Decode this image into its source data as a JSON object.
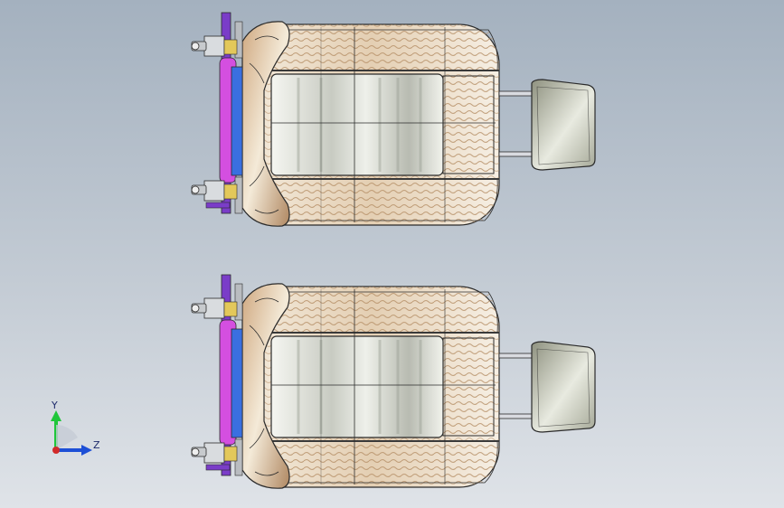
{
  "viewport": {
    "background_top": "#a4b1bf",
    "background_bottom": "#dfe3e8"
  },
  "model": {
    "assembly_count": 2,
    "colors": {
      "cushion": "#e8d9c4",
      "cushion_shadow": "#b89a7a",
      "seat_panel": "#e9ece6",
      "outline": "#2b2b2b",
      "headrest": "#c9ccc0",
      "bracket_purple": "#7a3dc8",
      "bracket_magenta": "#d44fe0",
      "bracket_blue": "#3a6fe0",
      "hardware": "#b9bcc0"
    }
  },
  "triad": {
    "y_label": "Y",
    "z_label": "Z",
    "y_color": "#1fc63a",
    "z_color": "#1d4fd6",
    "x_color": "#d12a2a"
  }
}
